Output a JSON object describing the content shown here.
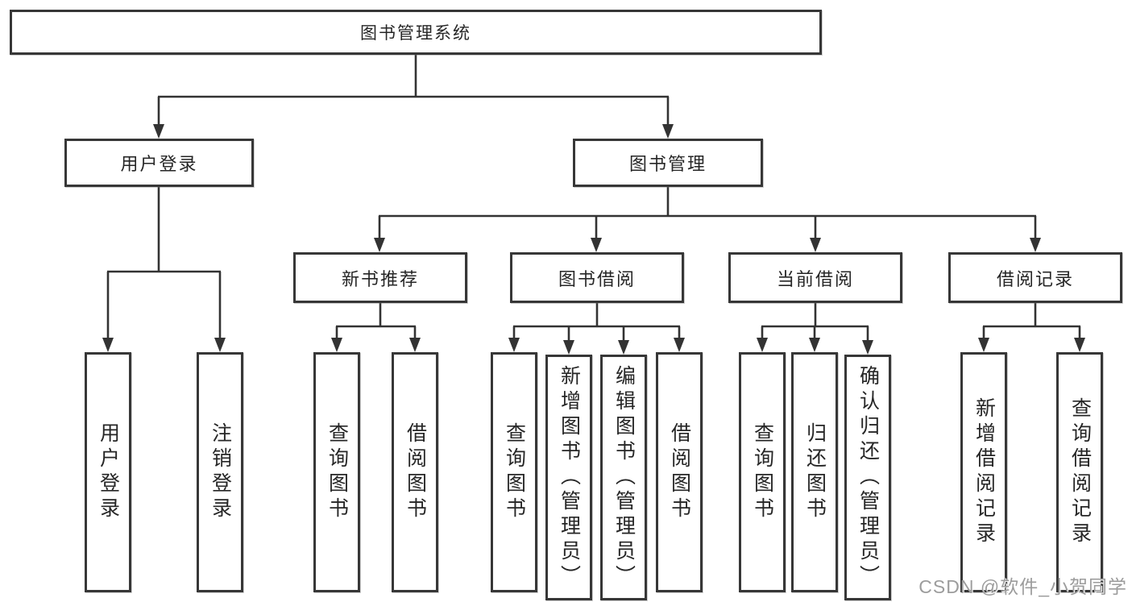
{
  "tree": {
    "root": {
      "label": "图书管理系统"
    },
    "children": [
      {
        "label": "用户登录",
        "children": [
          {
            "label": "用户登录"
          },
          {
            "label": "注销登录"
          }
        ]
      },
      {
        "label": "图书管理",
        "children": [
          {
            "label": "新书推荐",
            "children": [
              {
                "label": "查询图书"
              },
              {
                "label": "借阅图书"
              }
            ]
          },
          {
            "label": "图书借阅",
            "children": [
              {
                "label": "查询图书"
              },
              {
                "label": "新增图书（管理员）"
              },
              {
                "label": "编辑图书（管理员）"
              },
              {
                "label": "借阅图书"
              }
            ]
          },
          {
            "label": "当前借阅",
            "children": [
              {
                "label": "查询图书"
              },
              {
                "label": "归还图书"
              },
              {
                "label": "确认归还（管理员）"
              }
            ]
          },
          {
            "label": "借阅记录",
            "children": [
              {
                "label": "新增借阅记录"
              },
              {
                "label": "查询借阅记录"
              }
            ]
          }
        ]
      }
    ]
  },
  "watermark": {
    "text": "CSDN @软件_小贺同学"
  },
  "colors": {
    "line": "#333333",
    "box_border": "#373737",
    "text": "#262626",
    "watermark": "#9c9c9c",
    "background": "#ffffff"
  }
}
